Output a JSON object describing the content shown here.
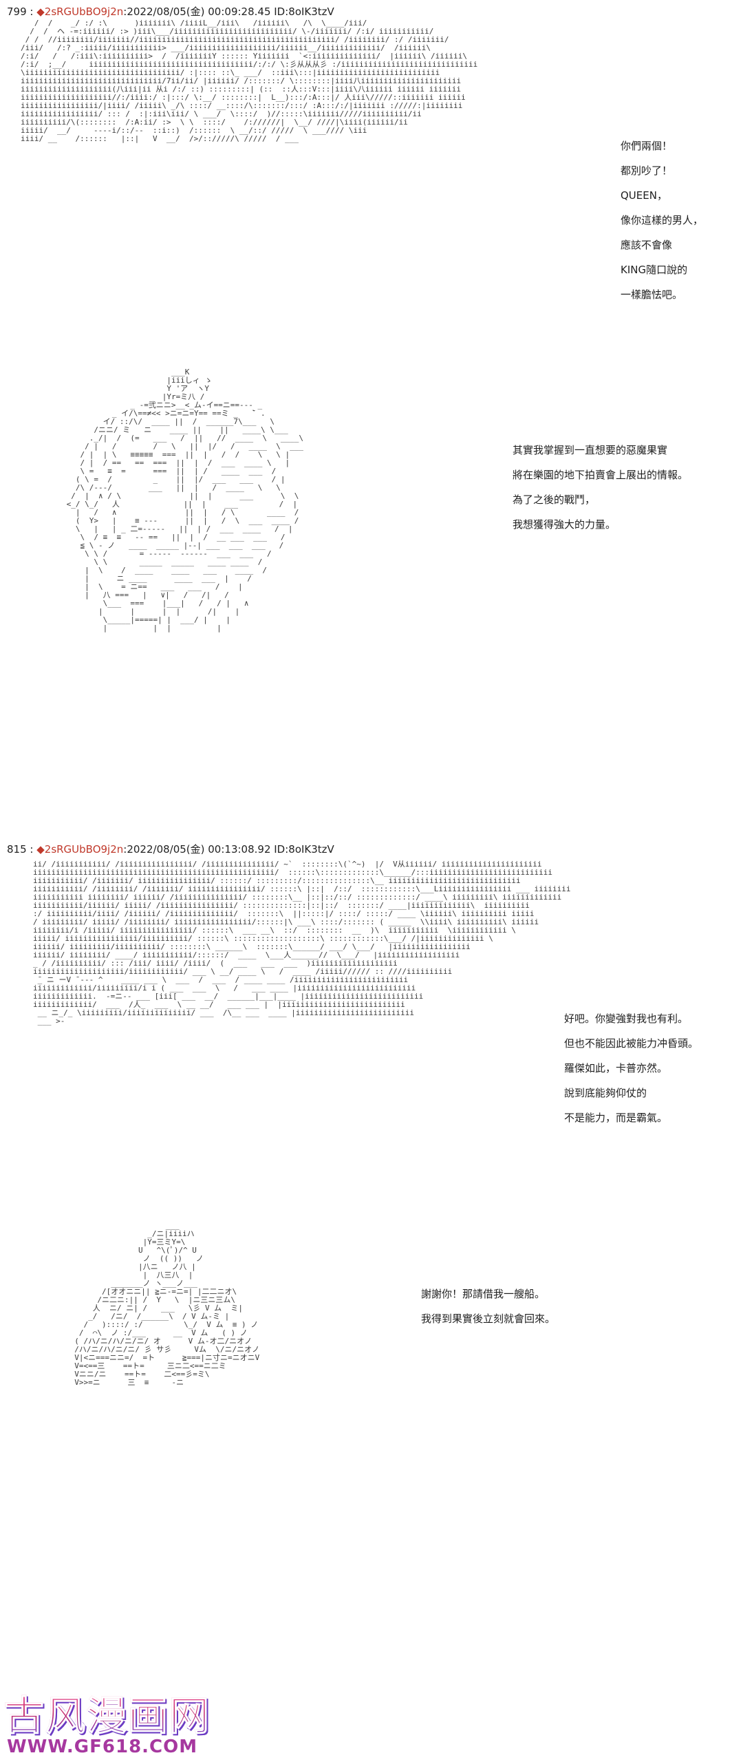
{
  "posts": [
    {
      "number": "799",
      "separator": " : ",
      "trip": "◆2sRGUbBO9j2n",
      "datetime": ":2022/08/05(金) 00:09:28.45 ID:8oIK3tzV"
    },
    {
      "number": "815",
      "separator": " : ",
      "trip": "◆2sRGUbBO9j2n",
      "datetime": ":2022/08/05(金) 00:13:08.92 ID:8oIK3tzV"
    }
  ],
  "dialogues": {
    "d1": [
      "你們兩個！",
      "都別吵了！",
      "QUEEN，",
      "像你這樣的男人，",
      "應該不會像",
      "KING隨口說的",
      "一樣膽怯吧。"
    ],
    "d2": [
      "其實我掌握到一直想要的惡魔果實",
      "將在樂園的地下拍賣會上展出的情報。",
      "為了之後的戰鬥，",
      "我想獲得強大的力量。"
    ],
    "d3": [
      "好吧。你變強對我也有利。",
      "但也不能因此被能力冲昏頭。",
      "羅傑如此，卡普亦然。",
      "說到底能夠仰仗的",
      "不是能力，而是霸氣。"
    ],
    "d4": [
      "謝謝你！那請借我一艘船。",
      "我得到果實後立刻就會回來。"
    ]
  },
  "watermark": {
    "title": "古风漫画网",
    "url": "WWW.GF618.COM"
  },
  "colors": {
    "trip": "#c0392b",
    "watermark_pink": "#e84a8f",
    "watermark_purple": "#7a4fd1"
  }
}
